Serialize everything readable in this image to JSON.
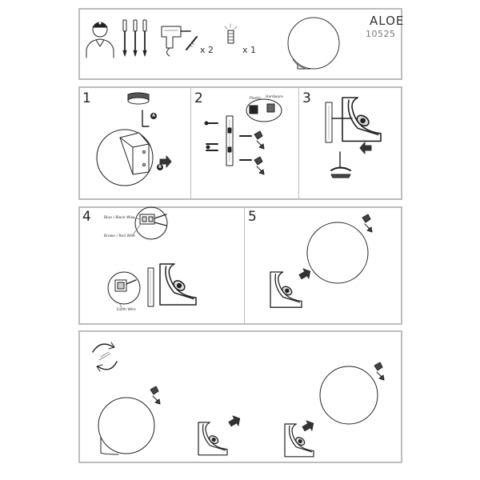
{
  "header": {
    "title": "ALOE",
    "code": "10525",
    "qty_screw": "x 2",
    "qty_hex": "x 1"
  },
  "steps": {
    "s1": "1",
    "s2": "2",
    "s3": "3",
    "s4": "4",
    "s5": "5"
  },
  "step1": {
    "badge_a": "A",
    "badge_b": "B"
  },
  "step2": {
    "plastic": "Plastic",
    "hardware": "Hardware"
  },
  "step4": {
    "blue_black": "Blue / Black Wire",
    "brown_red": "Brown / Red Wire",
    "earth": "Earth Wire"
  },
  "icons": [
    "installer-person-icon",
    "screwdriver-set-icon",
    "power-drill-icon",
    "drill-bit-icon",
    "hex-key-icon",
    "globe-lamp-icon",
    "rotate-icon"
  ],
  "colors": {
    "frame": "#bdbdbd",
    "ink": "#222222",
    "arrow": "#333333"
  }
}
